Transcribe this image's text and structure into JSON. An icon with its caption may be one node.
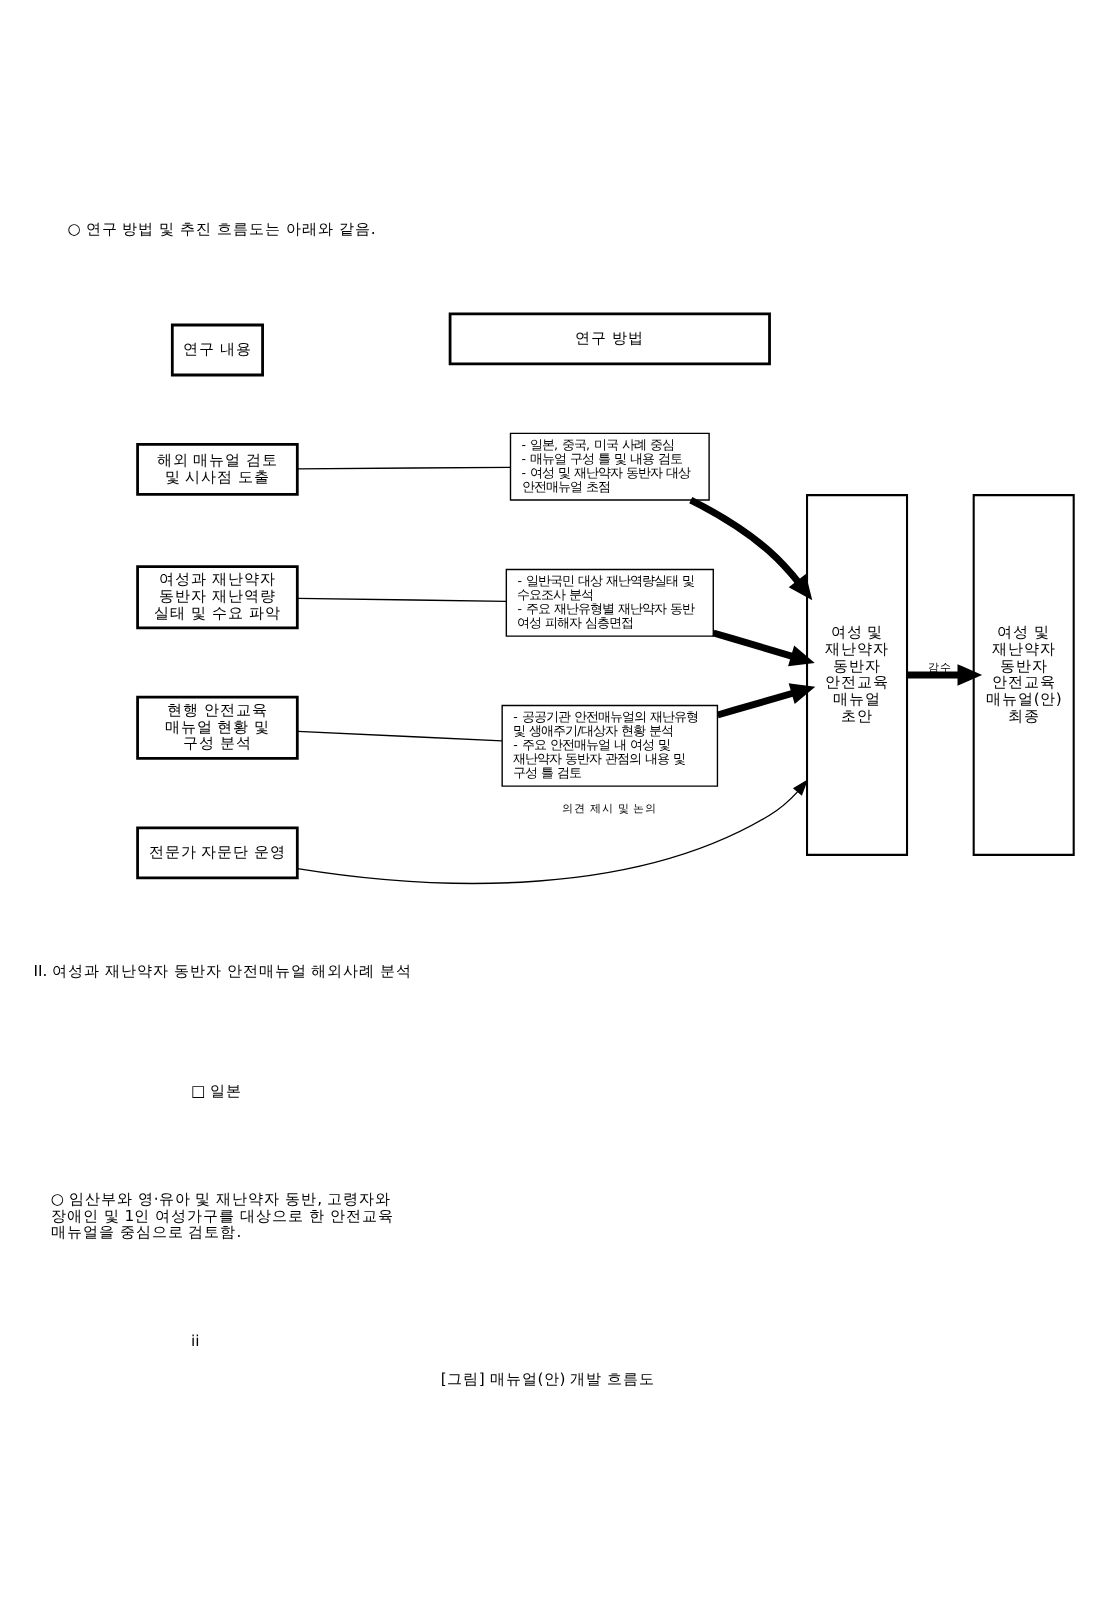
{
  "diagram": {
    "caption": "[그림] 매뉴얼(안) 개발 흐름도",
    "nodes": [
      {
        "text": [
          "연구 내용"
        ]
      },
      {
        "text": [
          "연구 방법"
        ]
      },
      {
        "text": [
          "해외 매뉴얼 검토 및 시사점 도출"
        ]
      },
      {
        "text": [
          "- 일본, 중국, 미국 사례 중심",
          "- 매뉴얼 구성 틀 및 내용 검토",
          "- 여성 및 재난약자 동반자 대상 안전매뉴얼 초점"
        ]
      },
      {
        "text": [
          "여성과 재난약자 동반자 재난역량 실태 및 수요 파악"
        ]
      },
      {
        "text": [
          "- 일반국민 대상 재난역량실태 및 수요조사 분석",
          "- 주요 재난유형별 재난약자 동반 여성 피해자 심층면접"
        ]
      },
      {
        "text": [
          "현행 안전교육 매뉴얼 현황 및 구성 분석"
        ]
      },
      {
        "text": [
          "- 공공기관 안전매뉴얼의 재난유형 및 생애주기/대상자 현황 분석",
          "- 주요 안전매뉴얼 내 여성 및 재난약자 동반자 관점의 내용 및 구성 틀 검토"
        ]
      },
      {
        "text": [
          "전문가 자문단 운영"
        ]
      },
      {
        "text": [
          "여성 및 재난약자 동반자 안전교육 매뉴얼 초안"
        ]
      },
      {
        "text": [
          "여성 및 재난약자 동반자 안전교육 매뉴얼(안) 최종"
        ]
      }
    ],
    "edges": [
      {
        "from": 2,
        "to": 3,
        "arrow": "none"
      },
      {
        "from": 4,
        "to": 5,
        "arrow": "none"
      },
      {
        "from": 6,
        "to": 7,
        "arrow": "none"
      },
      {
        "from": 3,
        "to": 9,
        "arrow": "to",
        "style": "thick"
      },
      {
        "from": 5,
        "to": 9,
        "arrow": "to",
        "style": "thick"
      },
      {
        "from": 7,
        "to": 9,
        "arrow": "to",
        "style": "thick"
      },
      {
        "from": 9,
        "to": 10,
        "arrow": "to",
        "style": "thick",
        "label": "감수"
      },
      {
        "from": 8,
        "to": 9,
        "arrow": "to",
        "label": "의견 제시 및 논의"
      }
    ],
    "labels": [
      "○ 연구 방법 및 추진 흐름도는 아래와 같음.",
      "II. 여성과 재난약자 동반자 안전매뉴얼 해외사례 분석",
      "□ 일본",
      "○ 임산부와 영·유아 및 재난약자 동반, 고령자와 장애인 및 1인 여성가구를 대상으로 한 안전교육 매뉴얼을 중심으로 검토함.",
      "ii"
    ]
  }
}
